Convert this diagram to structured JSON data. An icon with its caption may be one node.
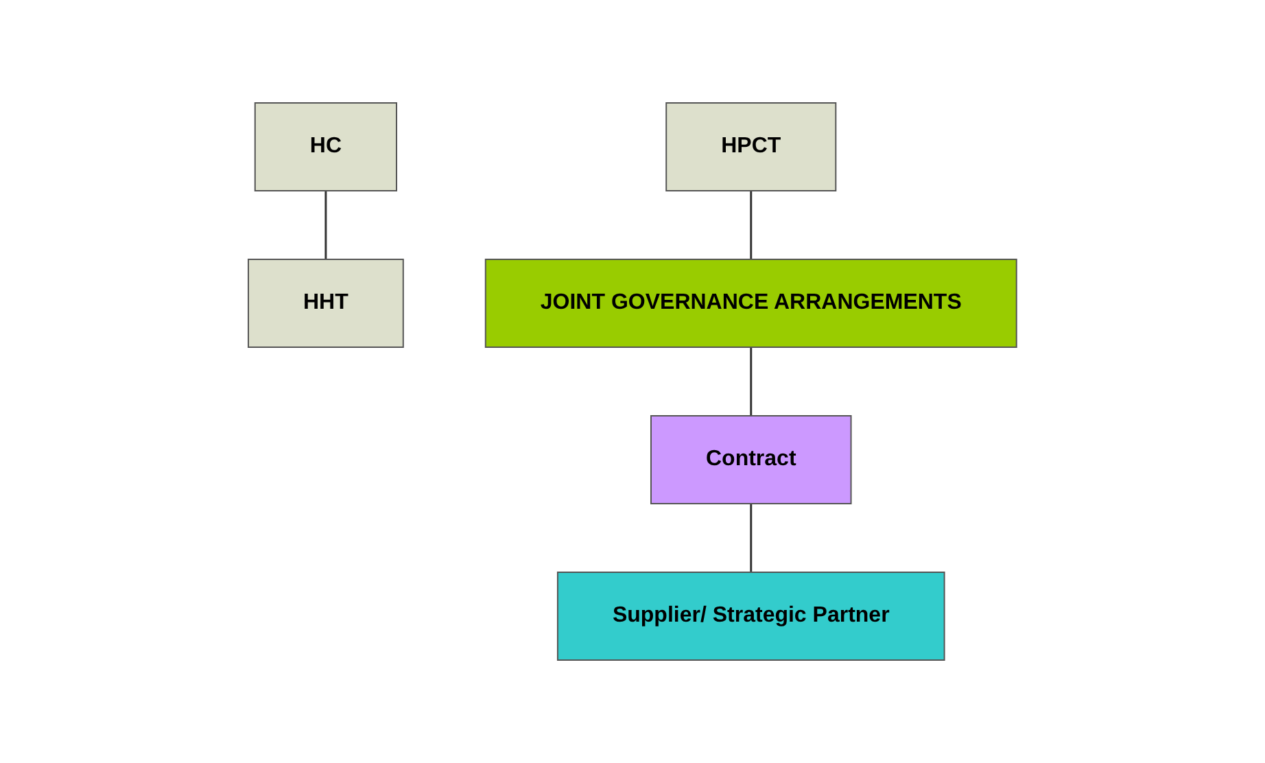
{
  "diagram": {
    "nodes": [
      {
        "text": [
          "HC"
        ]
      },
      {
        "text": [
          "HPCT"
        ]
      },
      {
        "text": [
          "HHT"
        ]
      },
      {
        "text": [
          "JOINT GOVERNANCE ARRANGEMENTS"
        ]
      },
      {
        "text": [
          "Contract"
        ]
      },
      {
        "text": [
          "Supplier/ Strategic Partner"
        ]
      }
    ],
    "edges": [
      {
        "from": 0,
        "to": 2,
        "arrow": "none"
      },
      {
        "from": 1,
        "to": 3,
        "arrow": "none"
      },
      {
        "from": 3,
        "to": 4,
        "arrow": "none"
      },
      {
        "from": 4,
        "to": 5,
        "arrow": "none"
      }
    ]
  }
}
